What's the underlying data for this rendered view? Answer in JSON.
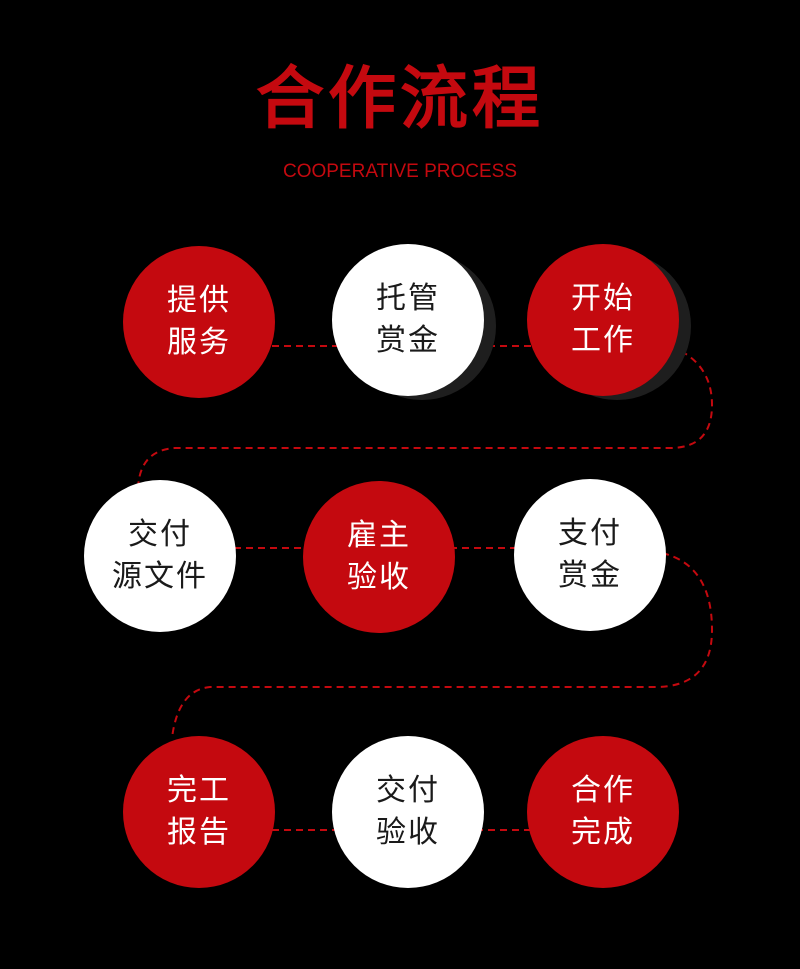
{
  "header": {
    "title": "合作流程",
    "subtitle": "COOPERATIVE PROCESS"
  },
  "colors": {
    "background": "#000000",
    "accent_red": "#c4090f",
    "node_white": "#ffffff",
    "dash_line": "#c4090f"
  },
  "steps": [
    {
      "line1": "提供",
      "line2": "服务",
      "style": "red"
    },
    {
      "line1": "托管",
      "line2": "赏金",
      "style": "white"
    },
    {
      "line1": "开始",
      "line2": "工作",
      "style": "red"
    },
    {
      "line1": "交付",
      "line2": "源文件",
      "style": "white"
    },
    {
      "line1": "雇主",
      "line2": "验收",
      "style": "red"
    },
    {
      "line1": "支付",
      "line2": "赏金",
      "style": "white"
    },
    {
      "line1": "完工",
      "line2": "报告",
      "style": "red"
    },
    {
      "line1": "交付",
      "line2": "验收",
      "style": "white"
    },
    {
      "line1": "合作",
      "line2": "完成",
      "style": "red"
    }
  ]
}
